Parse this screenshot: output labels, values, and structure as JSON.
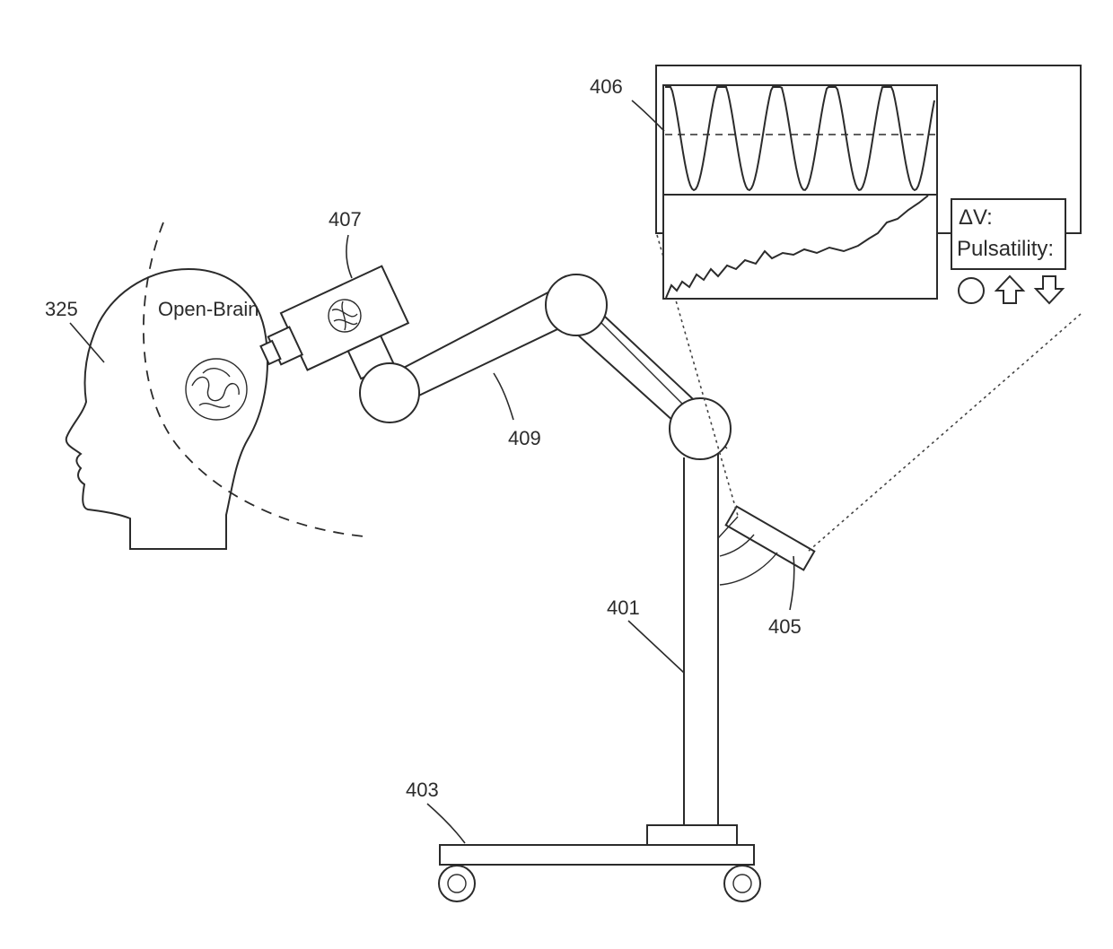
{
  "labels": {
    "ref_325": "325",
    "open_brain": "Open-Brain",
    "ref_407": "407",
    "ref_406": "406",
    "ref_409": "409",
    "ref_401": "401",
    "ref_405": "405",
    "ref_403": "403"
  },
  "display": {
    "delta_v": "ΔV:",
    "pulsatility": "Pulsatility:"
  },
  "icons": {
    "circle_button": "circle-button-icon",
    "up_arrow": "up-arrow-icon",
    "down_arrow": "down-arrow-icon"
  }
}
